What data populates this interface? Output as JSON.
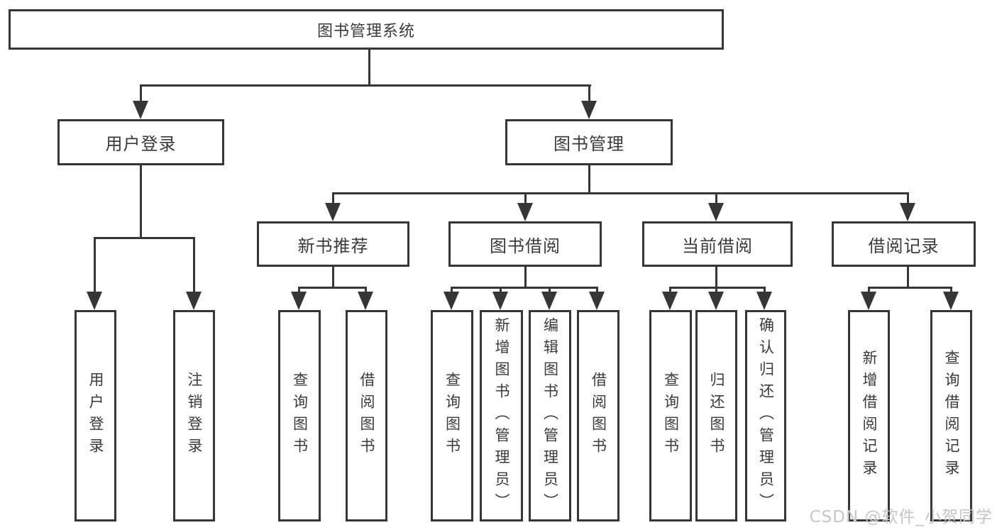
{
  "colors": {
    "line": "#363636",
    "text": "#3a3a3a",
    "background": "#ffffff",
    "watermark": "#c6c6c6"
  },
  "diagram": {
    "tree": {
      "label": "图书管理系统",
      "children": [
        {
          "label": "用户登录",
          "children": [
            {
              "label": "用户登录"
            },
            {
              "label": "注销登录"
            }
          ]
        },
        {
          "label": "图书管理",
          "children": [
            {
              "label": "新书推荐",
              "children": [
                {
                  "label": "查询图书"
                },
                {
                  "label": "借阅图书"
                }
              ]
            },
            {
              "label": "图书借阅",
              "children": [
                {
                  "label": "查询图书"
                },
                {
                  "label": "新增图书（管理员）"
                },
                {
                  "label": "编辑图书（管理员）"
                },
                {
                  "label": "借阅图书"
                }
              ]
            },
            {
              "label": "当前借阅",
              "children": [
                {
                  "label": "查询图书"
                },
                {
                  "label": "归还图书"
                },
                {
                  "label": "确认归还（管理员）"
                }
              ]
            },
            {
              "label": "借阅记录",
              "children": [
                {
                  "label": "新增借阅记录"
                },
                {
                  "label": "查询借阅记录"
                }
              ]
            }
          ]
        }
      ]
    }
  },
  "watermark": {
    "text": "CSDN @软件_小贺同学"
  }
}
